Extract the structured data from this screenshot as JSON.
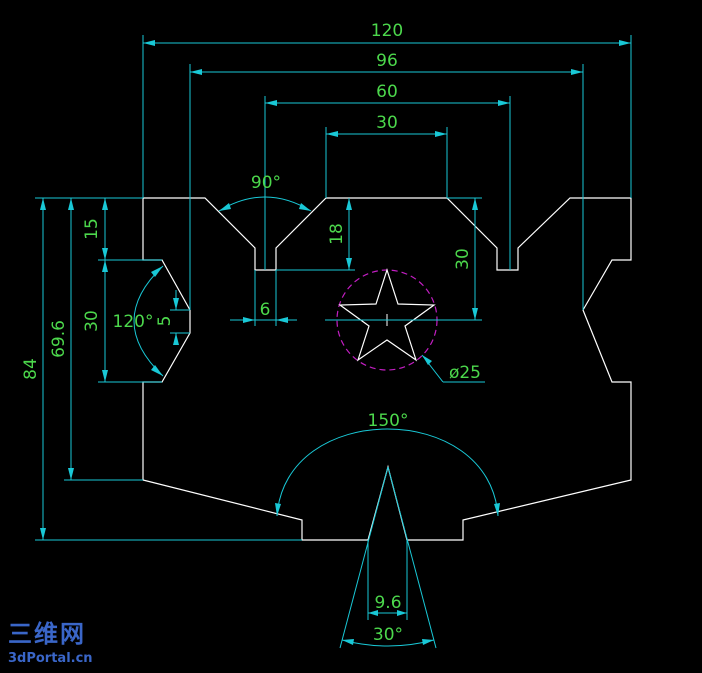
{
  "colors": {
    "background": "#000000",
    "geometry": "#ffffff",
    "dimension_lines": "#19c8d6",
    "dimension_text": "#4cd84c",
    "hidden_circle": "#c21ec2",
    "watermark": "#3a66c8"
  },
  "dimensions": {
    "width_120": "120",
    "width_96": "96",
    "width_60": "60",
    "width_30_top": "30",
    "angle_90": "90°",
    "height_15": "15",
    "height_69_6": "69.6",
    "height_84": "84",
    "height_30_left": "30",
    "angle_120": "120°",
    "gap_5": "5",
    "height_18": "18",
    "height_30_right": "30",
    "slot_6": "6",
    "diameter_25": "ø25",
    "angle_150": "150°",
    "width_9_6": "9.6",
    "angle_30": "30°"
  },
  "watermark": {
    "logo_text": "三维网",
    "url": "3dPortal.cn"
  }
}
